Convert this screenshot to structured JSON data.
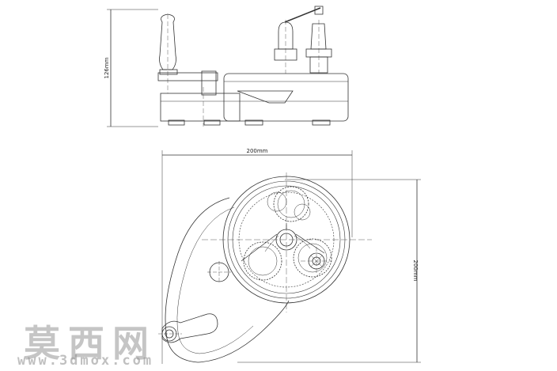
{
  "drawing": {
    "side_view": {
      "height_label": "126mm"
    },
    "top_view": {
      "width_label": "200mm",
      "height_label": "200mm"
    }
  },
  "watermark": {
    "chinese": "莫西网",
    "url": "www.3dmox.com"
  }
}
